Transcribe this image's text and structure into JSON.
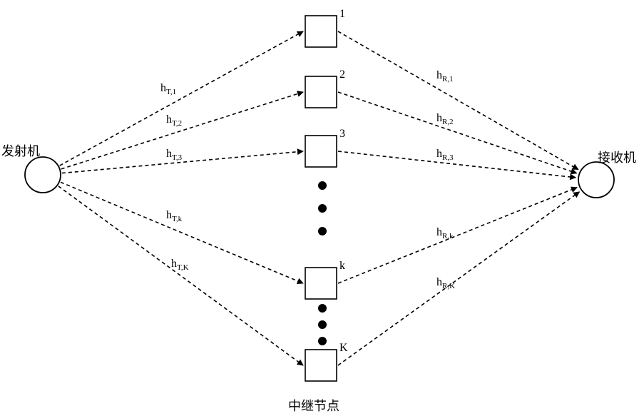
{
  "transmitter": {
    "label": "发射机"
  },
  "receiver": {
    "label": "接收机"
  },
  "relay_group_label": "中继节点",
  "relays": [
    {
      "id": "1",
      "in_label": {
        "base": "h",
        "sub": "T,1"
      },
      "out_label": {
        "base": "h",
        "sub": "R,1"
      }
    },
    {
      "id": "2",
      "in_label": {
        "base": "h",
        "sub": "T,2"
      },
      "out_label": {
        "base": "h",
        "sub": "R,2"
      }
    },
    {
      "id": "3",
      "in_label": {
        "base": "h",
        "sub": "T,3"
      },
      "out_label": {
        "base": "h",
        "sub": "R,3"
      }
    },
    {
      "id": "k",
      "in_label": {
        "base": "h",
        "sub": "T,k"
      },
      "out_label": {
        "base": "h",
        "sub": "R,k"
      }
    },
    {
      "id": "K",
      "in_label": {
        "base": "h",
        "sub": "T,K"
      },
      "out_label": {
        "base": "h",
        "sub": "R,K"
      }
    }
  ],
  "colors": {
    "line": "#000000",
    "background": "#ffffff"
  }
}
